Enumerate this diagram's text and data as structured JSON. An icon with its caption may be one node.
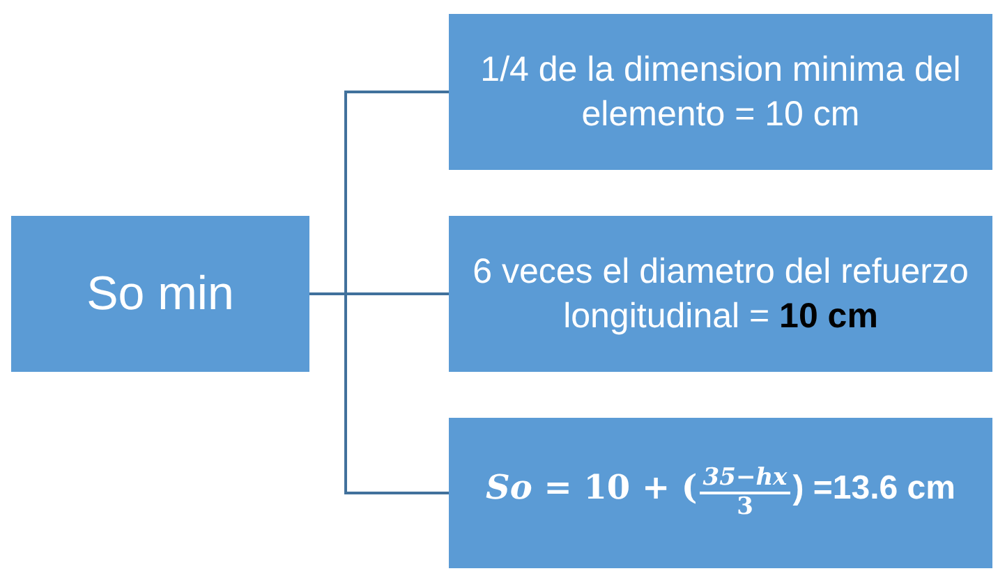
{
  "diagram": {
    "nodes": [
      {
        "text": [
          "So min"
        ]
      },
      {
        "text": [
          "1/4 de la dimension minima del elemento = 10 cm"
        ]
      },
      {
        "text": [
          "6 veces el diametro del refuerzo longitudinal = **10 cm**"
        ]
      },
      {
        "text": [
          "*So* = 10 + (",
          "*35−hx*",
          "3",
          ") =13.6 cm"
        ]
      }
    ],
    "edges": [
      {
        "from": 0,
        "to": 1,
        "arrow": "none"
      },
      {
        "from": 0,
        "to": 2,
        "arrow": "none"
      },
      {
        "from": 0,
        "to": 3,
        "arrow": "none"
      }
    ]
  }
}
